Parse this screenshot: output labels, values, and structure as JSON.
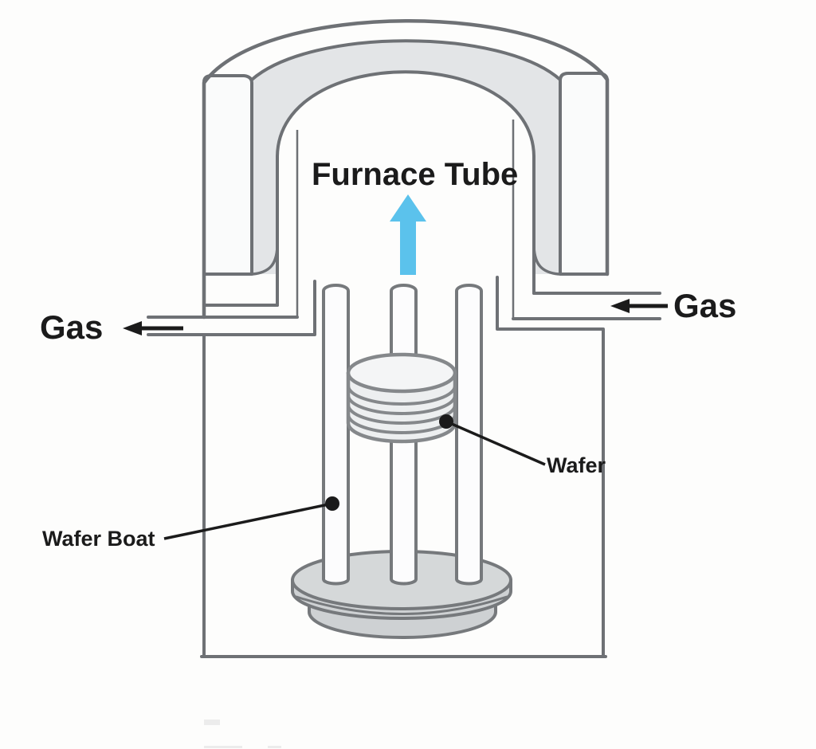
{
  "diagram": {
    "furnace_tube_label": "Furnace Tube",
    "gas_out_label": "Gas",
    "gas_in_label": "Gas",
    "wafer_label": "Wafer",
    "wafer_boat_label": "Wafer Boat"
  },
  "icons": {
    "gas_flow_up_arrow": "up-arrow",
    "gas_out_arrow": "left-arrow",
    "gas_in_arrow": "left-arrow"
  },
  "colors": {
    "flow_arrow_blue": "#5bc2ec",
    "structure_line_gray": "#6e7175",
    "label_black": "#1b1b1b",
    "bell_shade_gray": "#e3e5e7",
    "cut_face_white": "#fafbfb",
    "wafer_stack_fill": "#edeff0",
    "pedestal_gray": "#ced1d3",
    "background": "#fdfdfc"
  }
}
